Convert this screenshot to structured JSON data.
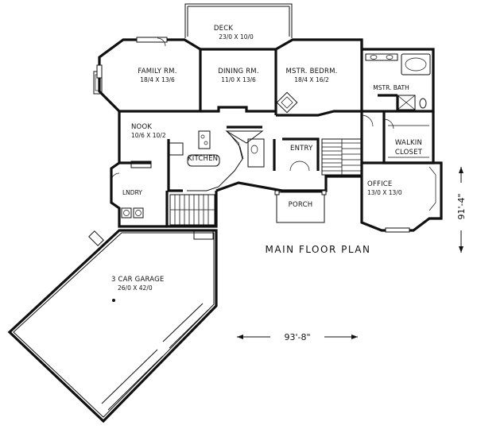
{
  "plan_title": "MAIN FLOOR PLAN",
  "dimensions": {
    "width": "93'-8\"",
    "depth": "91'-4\""
  },
  "rooms": {
    "deck": {
      "name": "DECK",
      "size": "23/0 X 10/0"
    },
    "family": {
      "name": "FAMILY RM.",
      "size": "18/4 X 13/6"
    },
    "dining": {
      "name": "DINING RM.",
      "size": "11/0 X 13/6"
    },
    "master_bedroom": {
      "name": "MSTR. BEDRM.",
      "size": "18/4 X 16/2"
    },
    "master_bath": {
      "name": "MSTR. BATH"
    },
    "walkin_closet": {
      "name_line1": "WALKIN",
      "name_line2": "CLOSET"
    },
    "nook": {
      "name": "NOOK",
      "size": "10/6 X 10/2"
    },
    "kitchen": {
      "name": "KITCHEN"
    },
    "entry": {
      "name": "ENTRY"
    },
    "laundry": {
      "name": "LNDRY"
    },
    "office": {
      "name": "OFFICE",
      "size": "13/0 X 13/0"
    },
    "porch": {
      "name": "PORCH"
    },
    "garage": {
      "name": "3 CAR GARAGE",
      "size": "26/0 X 42/0"
    }
  }
}
